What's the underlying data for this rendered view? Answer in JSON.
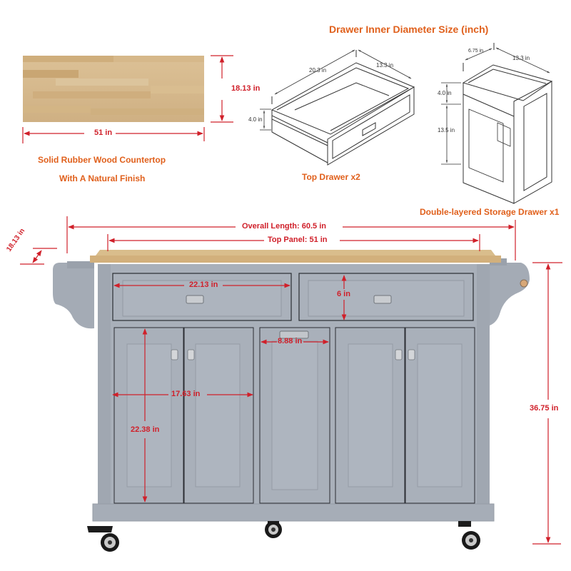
{
  "header": {
    "title": "Drawer Inner Diameter Size (inch)"
  },
  "countertop": {
    "width_label": "51 in",
    "depth_label": "18.13 in",
    "caption_line1": "Solid Rubber Wood Countertop",
    "caption_line2": "With A Natural Finish"
  },
  "top_drawer": {
    "caption": "Top Drawer x2",
    "length_label": "20.3 in",
    "depth_label": "13.3 in",
    "height_label": "4.0 in"
  },
  "storage_drawer": {
    "caption": "Double-layered Storage Drawer x1",
    "width_label": "6.75 in",
    "depth_label": "13.3 in",
    "upper_height_label": "4.0 in",
    "lower_height_label": "13.5 in"
  },
  "cart": {
    "overall_length_label": "Overall Length: 60.5 in",
    "top_panel_label": "Top Panel: 51 in",
    "depth_label": "18.13 in",
    "drawer_width_label": "22.13 in",
    "drawer_height_label": "6 in",
    "narrow_door_width_label": "8.88 in",
    "cabinet_width_label": "17.63 in",
    "cabinet_height_label": "22.38 in",
    "overall_height_label": "36.75 in"
  },
  "colors": {
    "dimension_red": "#d0202a",
    "caption_orange": "#e0601c",
    "cabinet_gray": "#a9b0ba",
    "wood": "#d8b684"
  }
}
